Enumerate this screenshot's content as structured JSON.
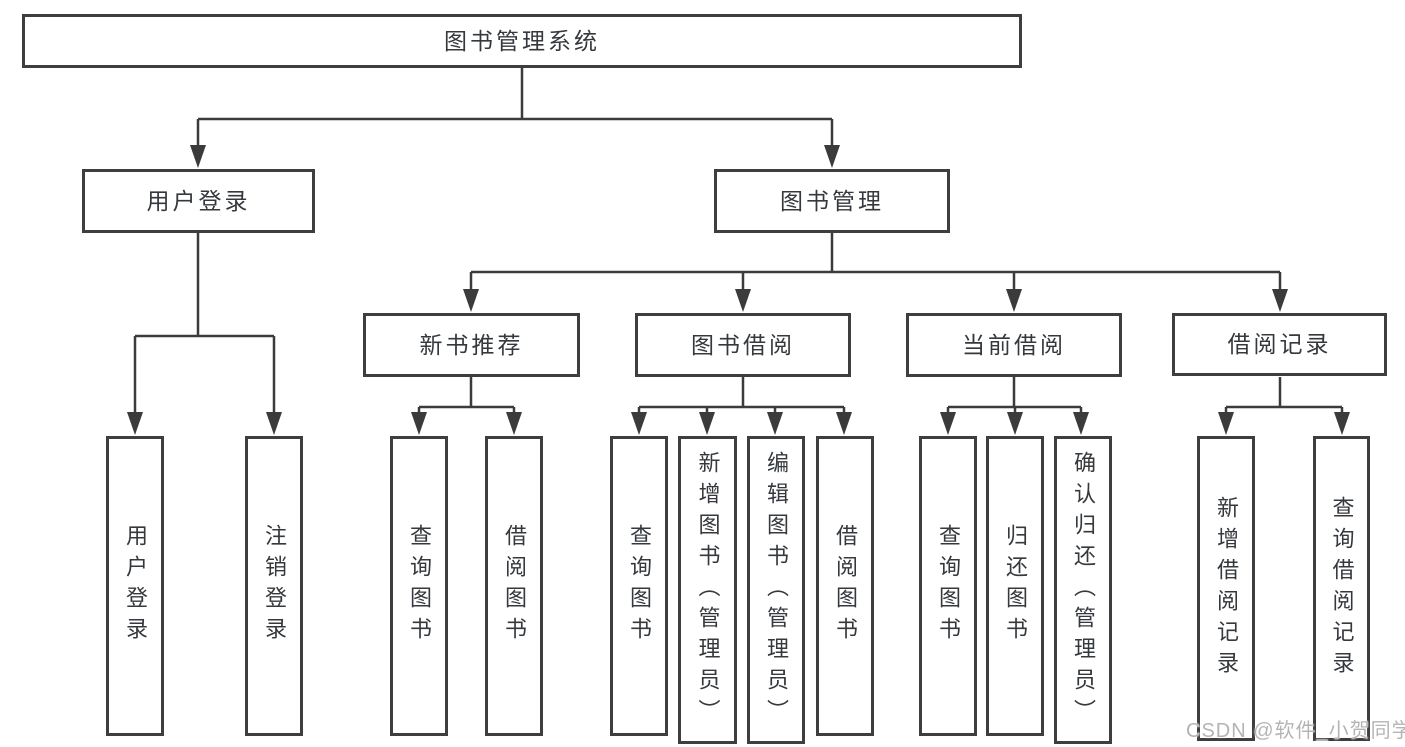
{
  "diagram": {
    "root": {
      "label": "图书管理系统",
      "children": [
        {
          "label": "用户登录",
          "children": [
            {
              "label": "用户登录"
            },
            {
              "label": "注销登录"
            }
          ]
        },
        {
          "label": "图书管理",
          "children": [
            {
              "label": "新书推荐",
              "children": [
                {
                  "label": "查询图书"
                },
                {
                  "label": "借阅图书"
                }
              ]
            },
            {
              "label": "图书借阅",
              "children": [
                {
                  "label": "查询图书"
                },
                {
                  "label": "新增图书（管理员）"
                },
                {
                  "label": "编辑图书（管理员）"
                },
                {
                  "label": "借阅图书"
                }
              ]
            },
            {
              "label": "当前借阅",
              "children": [
                {
                  "label": "查询图书"
                },
                {
                  "label": "归还图书"
                },
                {
                  "label": "确认归还（管理员）"
                }
              ]
            },
            {
              "label": "借阅记录",
              "children": [
                {
                  "label": "新增借阅记录"
                },
                {
                  "label": "查询借阅记录"
                }
              ]
            }
          ]
        }
      ]
    }
  },
  "watermark": {
    "text": "CSDN @软件_小贺同学"
  },
  "colors": {
    "line": "#3b3b3b",
    "border": "#3e3e3e",
    "text": "#35393d",
    "watermark": "#b4b4b4",
    "background": "#ffffff"
  }
}
